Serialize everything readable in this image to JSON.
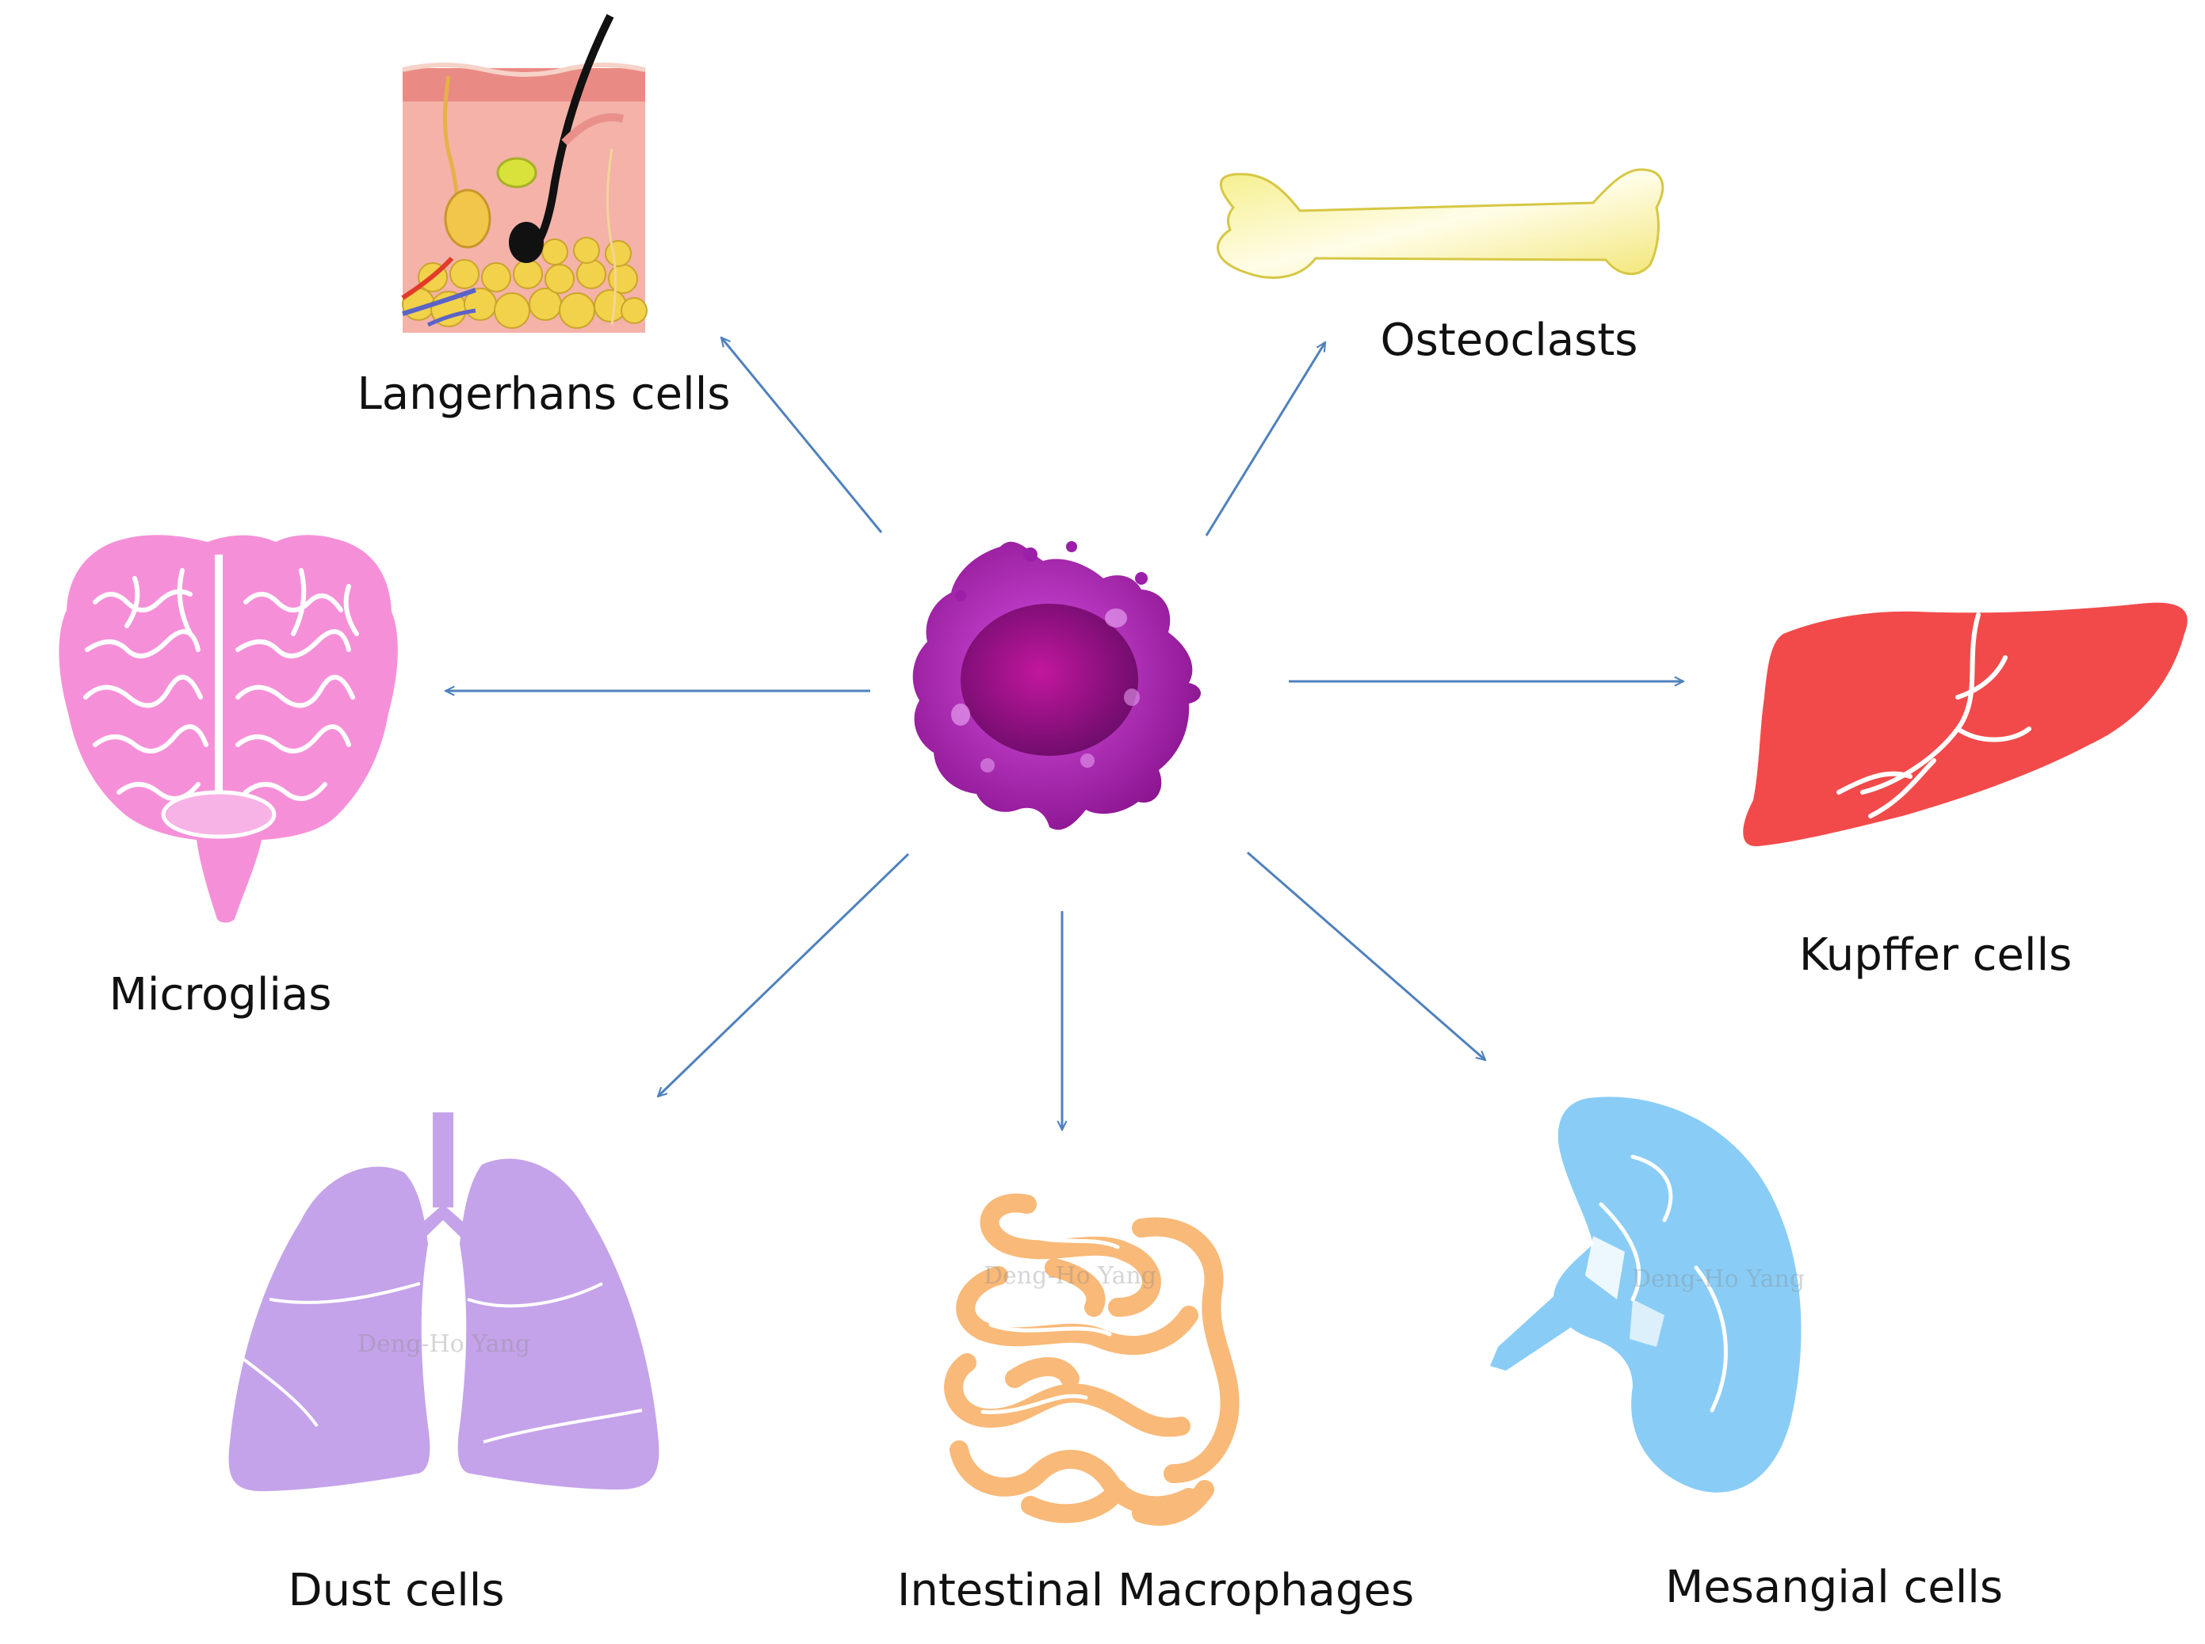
{
  "labels": {
    "langerhans": "Langerhans cells",
    "osteoclasts": "Osteoclasts",
    "microglias": "Microglias",
    "kupffer": "Kupffer cells",
    "dust": "Dust cells",
    "intestinal": "Intestinal Macrophages",
    "mesangial": "Mesangial cells"
  },
  "watermark": "Deng-Ho Yang",
  "colors": {
    "arrow": "#4f81bd",
    "macrophage": "#9b1fa8",
    "bone": "#fbf7bf",
    "brain": "#f590d8",
    "liver": "#f24a4a",
    "lung": "#c4a3ea",
    "intestine": "#f9b978",
    "kidney": "#89cdf6",
    "skin": "#f4b2a9"
  }
}
